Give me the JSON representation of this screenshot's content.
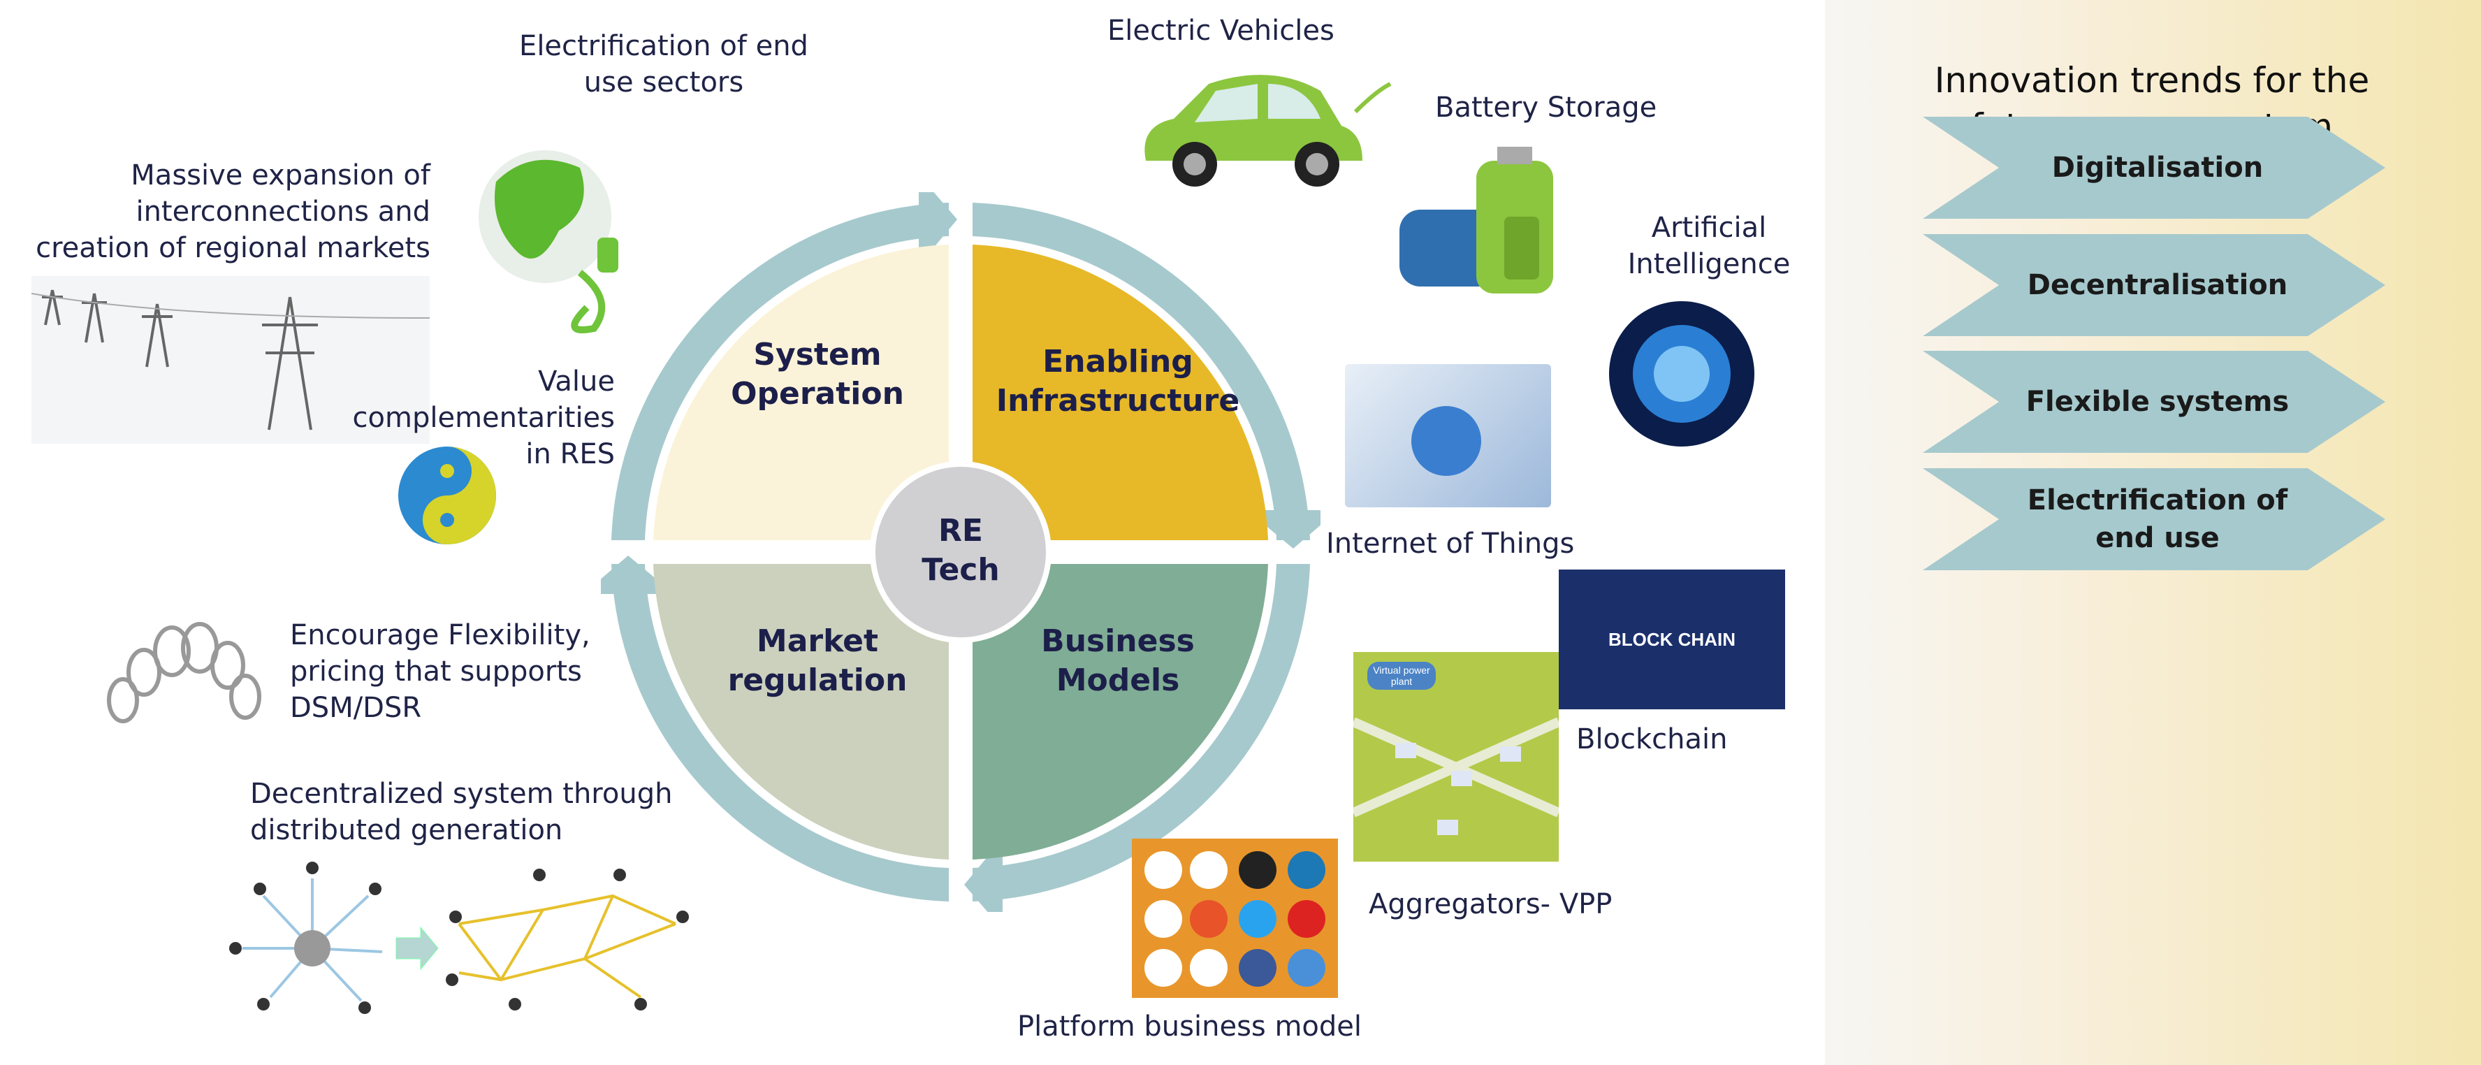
{
  "cycle": {
    "center": {
      "line1": "RE",
      "line2": "Tech"
    },
    "quadrants": [
      {
        "line1": "System",
        "line2": "Operation",
        "color": "#fbf3d9"
      },
      {
        "line1": "Enabling",
        "line2": "Infrastructure",
        "color": "#e7b928"
      },
      {
        "line1": "Business",
        "line2": "Models",
        "color": "#80ad95"
      },
      {
        "line1": "Market",
        "line2": "regulation",
        "color": "#ccd1bd"
      }
    ],
    "ring_color": "#a6c9cd"
  },
  "left_items": {
    "electrification": {
      "line1": "Electrification of end",
      "line2": "use sectors"
    },
    "interconnections": {
      "line1": "Massive expansion of",
      "line2": "interconnections and",
      "line3": "creation of regional markets"
    },
    "value": {
      "line1": "Value",
      "line2": "complementarities",
      "line3": "in RES"
    },
    "flexibility": {
      "line1": "Encourage Flexibility,",
      "line2": "pricing that supports",
      "line3": "DSM/DSR"
    },
    "decentralized": {
      "line1": "Decentralized system through",
      "line2": "distributed generation"
    }
  },
  "right_items": {
    "ev": "Electric Vehicles",
    "battery": "Battery Storage",
    "ai": {
      "line1": "Artificial",
      "line2": "Intelligence"
    },
    "iot": "Internet of Things",
    "blockchain": "Blockchain",
    "blockchain_image_text": "BLOCK CHAIN",
    "vpp": "Aggregators- VPP",
    "vpp_image_text": "Virtual power plant",
    "platform": "Platform business model"
  },
  "panel": {
    "title_line1": "Innovation trends for the",
    "title_line2": "future power system",
    "trends": [
      {
        "line1": "Digitalisation"
      },
      {
        "line1": "Decentralisation"
      },
      {
        "line1": "Flexible systems"
      },
      {
        "line1": "Electrification of",
        "line2": "end use"
      }
    ],
    "chevron_color": "#a6c9cd"
  }
}
